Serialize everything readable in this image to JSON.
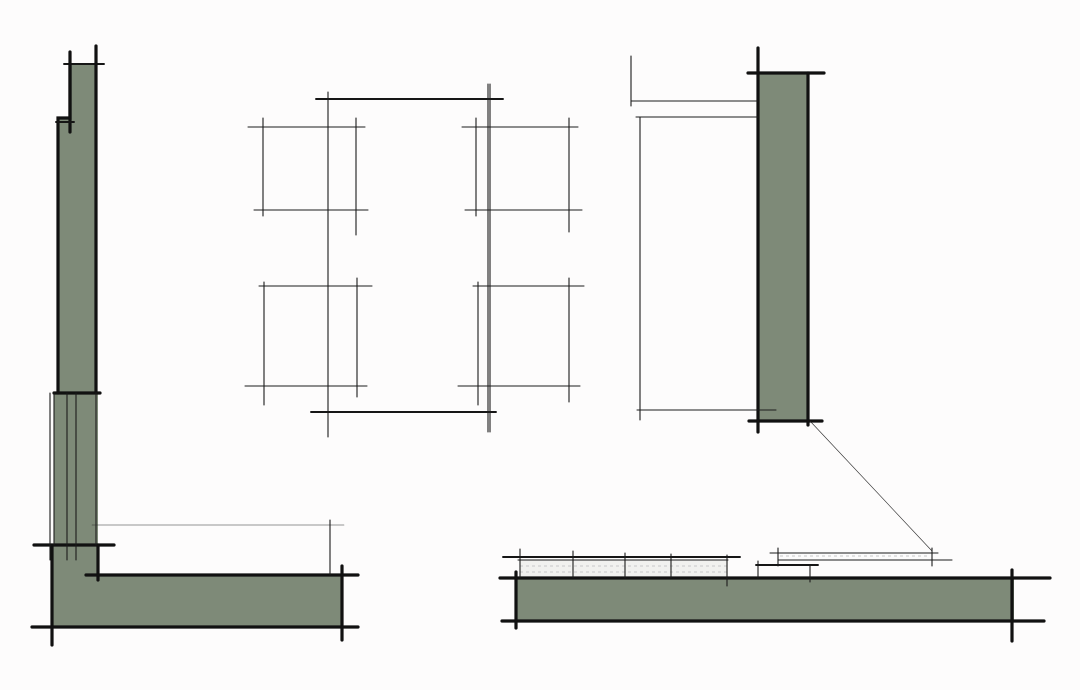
{
  "sketch": {
    "palette": {
      "background": "#fdfcfc",
      "wall_fill": "#7e8a78",
      "ink": "#111111",
      "faint": "#c8c8c8"
    },
    "elements": [
      {
        "id": "l-shaped-wall-section",
        "kind": "wall-profile"
      },
      {
        "id": "window-frame-elevation",
        "kind": "frame-grid",
        "panes": 4
      },
      {
        "id": "vertical-wall-with-frame",
        "kind": "wall-profile"
      },
      {
        "id": "horizontal-slab-section",
        "kind": "slab-profile"
      }
    ]
  }
}
